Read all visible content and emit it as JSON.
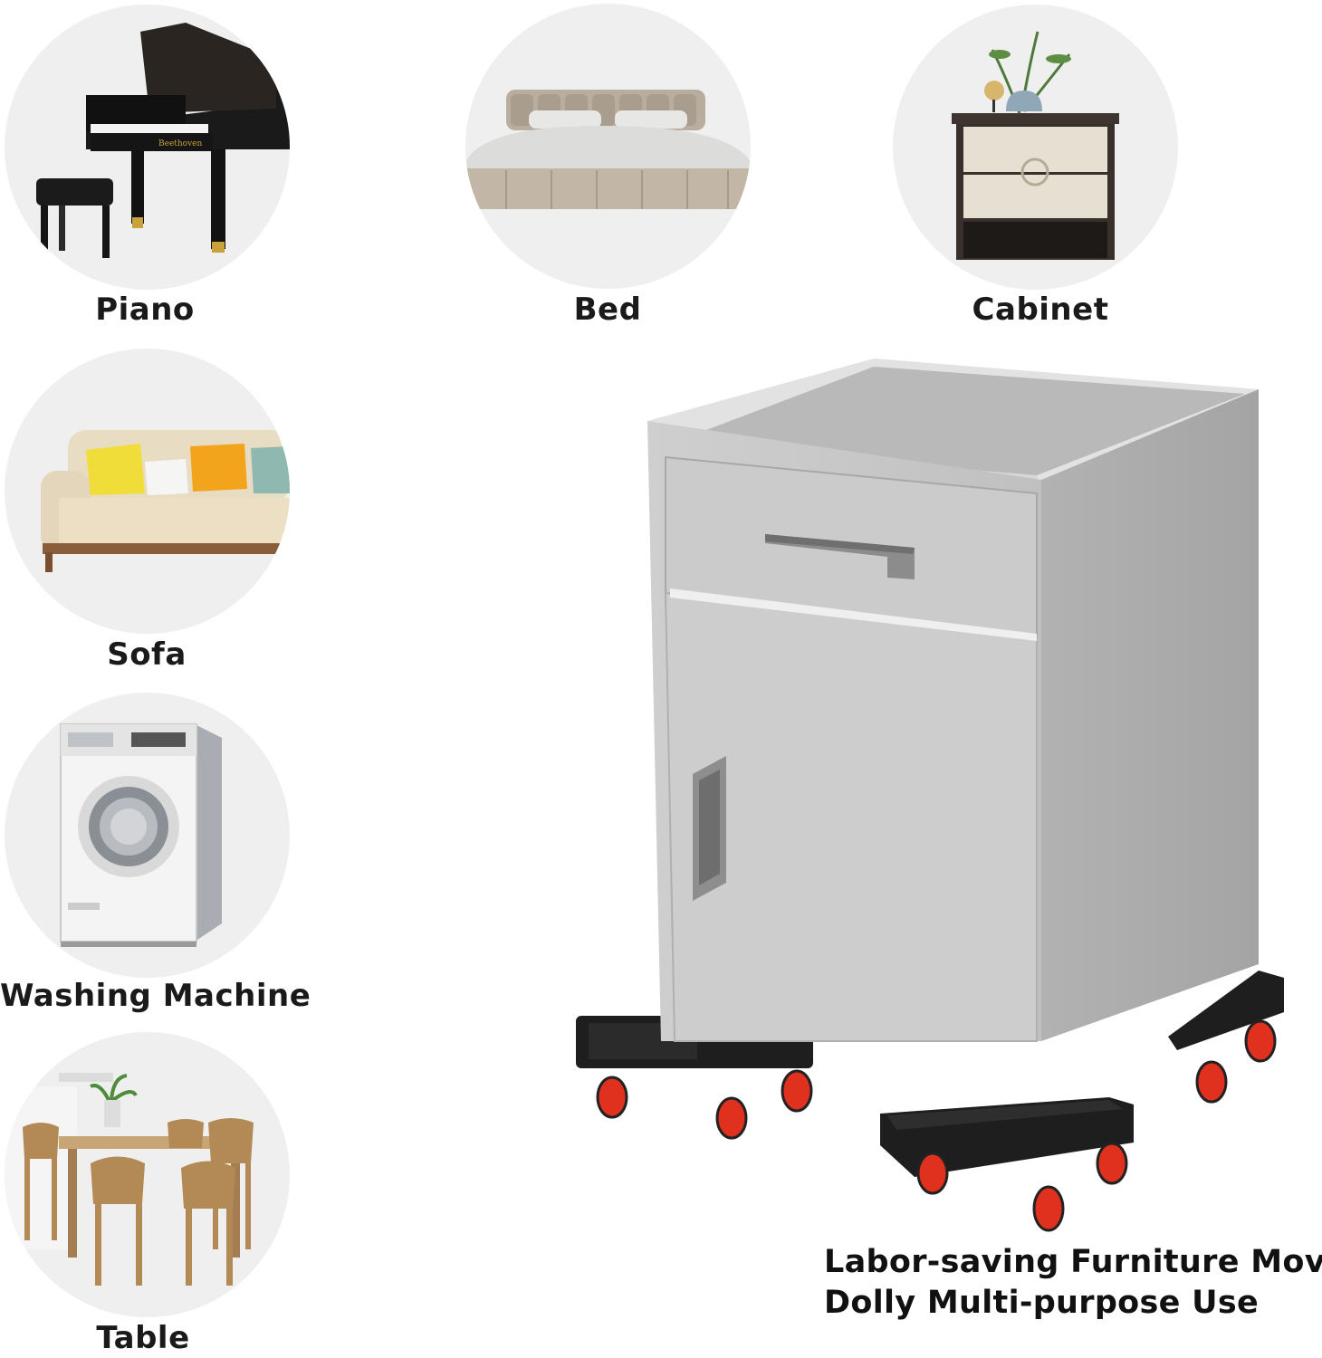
{
  "items": [
    {
      "label": "Piano",
      "icon": "piano-icon"
    },
    {
      "label": "Bed",
      "icon": "bed-icon"
    },
    {
      "label": "Cabinet",
      "icon": "cabinet-icon"
    },
    {
      "label": "Sofa",
      "icon": "sofa-icon"
    },
    {
      "label": "Washing Machine",
      "icon": "washing-machine-icon"
    },
    {
      "label": "Table",
      "icon": "table-icon"
    }
  ],
  "caption": {
    "line1": "Labor-saving Furniture Mover",
    "line2": "Dolly Multi-purpose Use"
  },
  "colors": {
    "circle_bg": "#efefef",
    "wheel_red": "#e0301e",
    "dolly_black": "#1e1e1e",
    "steel": "#c4c4c4"
  }
}
